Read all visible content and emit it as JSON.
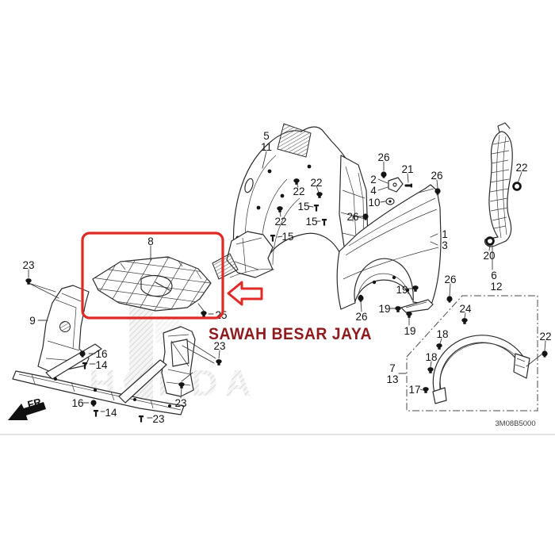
{
  "annotation": {
    "seller_text": "SAWAH BESAR JAYA",
    "highlight_color": "#df2a25",
    "seller_text_color": "#8e1b1e"
  },
  "diagram": {
    "code": "3M08B5000",
    "direction_label": "FR.",
    "watermark": "HONDA",
    "callouts": [
      {
        "n": "23"
      },
      {
        "n": "9"
      },
      {
        "n": "16"
      },
      {
        "n": "14"
      },
      {
        "n": "16"
      },
      {
        "n": "14"
      },
      {
        "n": "23"
      },
      {
        "n": "23"
      },
      {
        "n": "23"
      },
      {
        "n": "8"
      },
      {
        "n": "25"
      },
      {
        "n": "5"
      },
      {
        "n": "11"
      },
      {
        "n": "22"
      },
      {
        "n": "22"
      },
      {
        "n": "15"
      },
      {
        "n": "22"
      },
      {
        "n": "15"
      },
      {
        "n": "15"
      },
      {
        "n": "26"
      },
      {
        "n": "26"
      },
      {
        "n": "2"
      },
      {
        "n": "4"
      },
      {
        "n": "10"
      },
      {
        "n": "21"
      },
      {
        "n": "26"
      },
      {
        "n": "1"
      },
      {
        "n": "3"
      },
      {
        "n": "22"
      },
      {
        "n": "20"
      },
      {
        "n": "6"
      },
      {
        "n": "12"
      },
      {
        "n": "26"
      },
      {
        "n": "19"
      },
      {
        "n": "19"
      },
      {
        "n": "19"
      },
      {
        "n": "26"
      },
      {
        "n": "24"
      },
      {
        "n": "18"
      },
      {
        "n": "18"
      },
      {
        "n": "17"
      },
      {
        "n": "22"
      },
      {
        "n": "7"
      },
      {
        "n": "13"
      }
    ]
  }
}
